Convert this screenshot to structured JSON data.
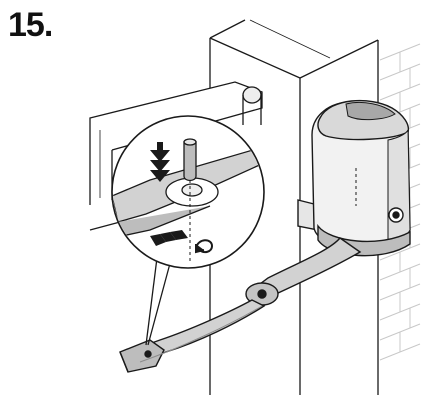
{
  "step": {
    "number": "15."
  },
  "colors": {
    "line": "#1a1a1a",
    "motor_light": "#f2f2f2",
    "motor_mid": "#d9d9d9",
    "motor_shadow": "#a8a8a8",
    "arm_fill": "#d2d2d2",
    "arm_dark": "#8c8c8c",
    "wall_hatch": "#c8c8c8",
    "inset_fill": "#ffffff"
  },
  "icons": {
    "press_arrow": "down-double-chevron-arrow",
    "insert_arrow": "right-double-chevron-arrow",
    "rotate_symbol": "rotate-arrow-icon"
  }
}
